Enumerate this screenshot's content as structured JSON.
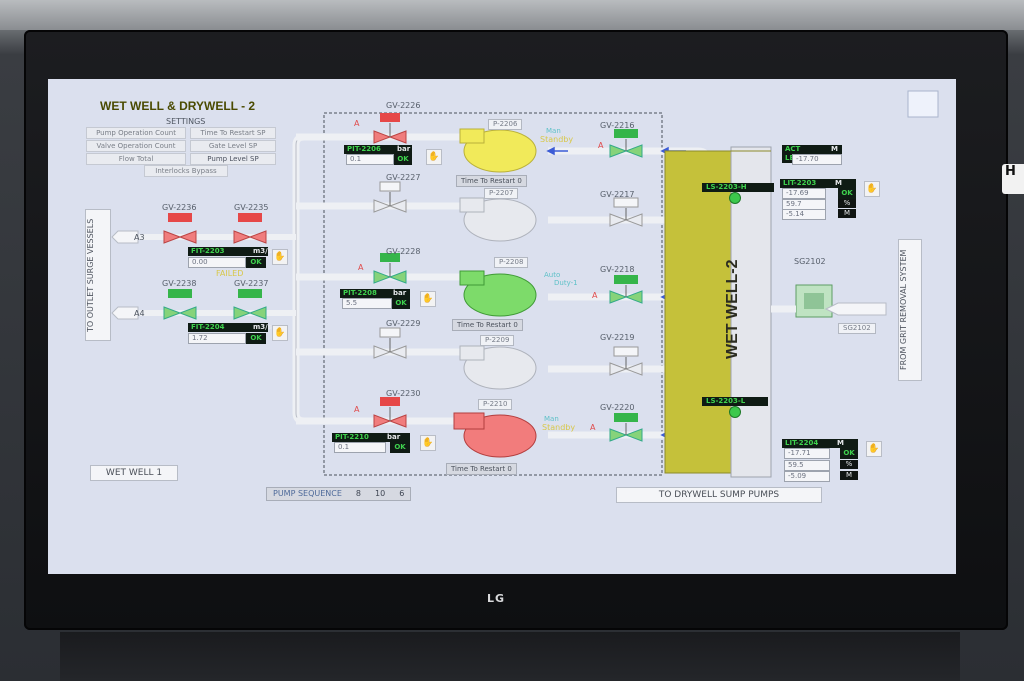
{
  "screen": {
    "title": "WET WELL & DRYWELL - 2",
    "settings_header": "SETTINGS",
    "settings_buttons": [
      "Pump Operation Count",
      "Time To Restart SP",
      "Valve Operation Count",
      "Gate Level SP",
      "Flow Total",
      "Pump Level SP",
      "Interlocks Bypass"
    ]
  },
  "monitor": {
    "brand": "LG",
    "side_badge": "H"
  },
  "outlet": {
    "label": "TO OUTLET SURGE VESSELS",
    "a3": "A3",
    "a4": "A4",
    "valves": [
      "GV-2236",
      "GV-2235",
      "GV-2238",
      "GV-2237"
    ],
    "fit_2203": {
      "tag": "FIT-2203",
      "unit": "m3/s",
      "value": "0.00",
      "status": "OK",
      "note": "FAILED"
    },
    "fit_2204": {
      "tag": "FIT-2204",
      "unit": "m3/s",
      "value": "1.72",
      "status": "OK"
    }
  },
  "pumps": [
    {
      "suction_valve": "GV-2226",
      "discharge_valve": "GV-2216",
      "pump": "P-2206",
      "pit": "PIT-2206",
      "pit_unit": "bar",
      "pit_value": "0.1",
      "pit_status": "OK",
      "mode": "Man",
      "state": "Standby",
      "restart_label": "Time To Restart",
      "restart_value": "0",
      "color": "#f1ea5a"
    },
    {
      "suction_valve": "GV-2227",
      "discharge_valve": "GV-2217",
      "pump": "P-2207",
      "color": "#e7e9ee"
    },
    {
      "suction_valve": "GV-2228",
      "discharge_valve": "GV-2218",
      "pump": "P-2208",
      "pit": "PIT-2208",
      "pit_unit": "bar",
      "pit_value": "5.5",
      "pit_status": "OK",
      "mode": "Auto",
      "state": "Duty-1",
      "restart_label": "Time To Restart",
      "restart_value": "0",
      "color": "#7ddb6a"
    },
    {
      "suction_valve": "GV-2229",
      "discharge_valve": "GV-2219",
      "pump": "P-2209",
      "color": "#e7e9ee"
    },
    {
      "suction_valve": "GV-2230",
      "discharge_valve": "GV-2220",
      "pump": "P-2210",
      "pit": "PIT-2210",
      "pit_unit": "bar",
      "pit_value": "0.1",
      "pit_status": "OK",
      "mode": "Man",
      "state": "Standby",
      "restart_label": "Time To Restart",
      "restart_value": "0",
      "color": "#f27c7c"
    }
  ],
  "wetwell": {
    "label": "WET WELL-2",
    "act_level_label": "ACT LEVEL",
    "act_level_unit": "M",
    "act_level_value": "-17.70",
    "ls_high": "LS-2203-H",
    "ls_low": "LS-2203-L",
    "lit_2203": {
      "tag": "LIT-2203",
      "unit_m": "M",
      "value": "-17.69",
      "status": "OK",
      "pct": "59.7",
      "pct_unit": "%",
      "extra": "-5.14",
      "extra_unit": "M"
    },
    "lit_2204": {
      "tag": "LIT-2204",
      "unit_m": "M",
      "value": "-17.71",
      "status": "OK",
      "pct": "59.5",
      "pct_unit": "%",
      "extra": "-5.09",
      "extra_unit": "M"
    }
  },
  "grit": {
    "label": "FROM GRIT REMOVAL SYSTEM",
    "gate": "SG2102",
    "gate_tag": "SG2102"
  },
  "footer": {
    "wet_well_1": "WET WELL 1",
    "pump_sequence_label": "PUMP SEQUENCE",
    "sequence": [
      "8",
      "10",
      "6"
    ],
    "drywell_label": "TO DRYWELL SUMP PUMPS"
  }
}
